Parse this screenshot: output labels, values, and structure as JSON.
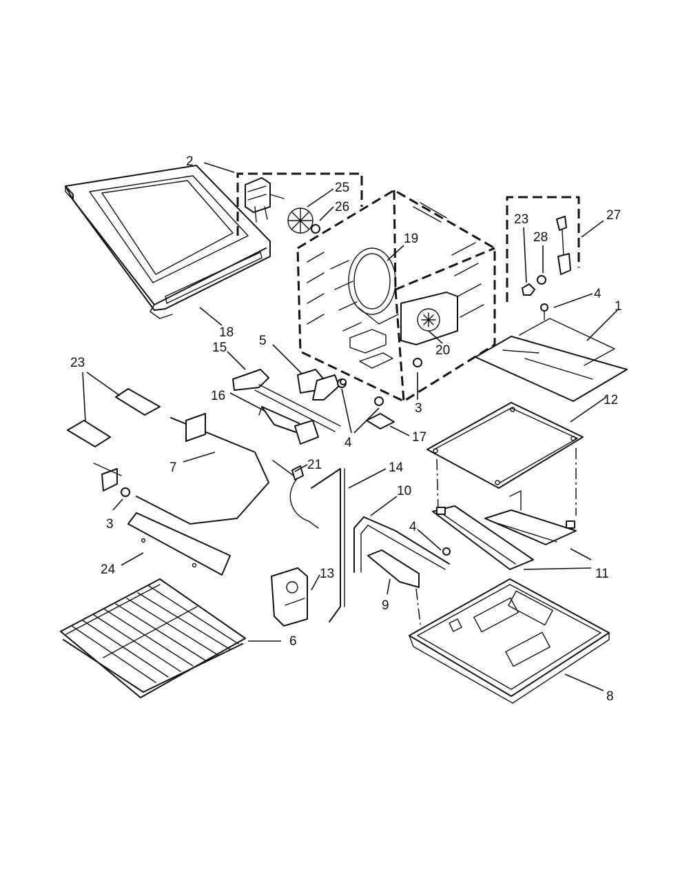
{
  "callouts": [
    {
      "id": "c2",
      "text": "2"
    },
    {
      "id": "c25",
      "text": "25"
    },
    {
      "id": "c26",
      "text": "26"
    },
    {
      "id": "c19",
      "text": "19"
    },
    {
      "id": "c23a",
      "text": "23"
    },
    {
      "id": "c28",
      "text": "28"
    },
    {
      "id": "c27",
      "text": "27"
    },
    {
      "id": "c4a",
      "text": "4"
    },
    {
      "id": "c1",
      "text": "1"
    },
    {
      "id": "c18",
      "text": "18"
    },
    {
      "id": "c5",
      "text": "5"
    },
    {
      "id": "c15",
      "text": "15"
    },
    {
      "id": "c20",
      "text": "20"
    },
    {
      "id": "c23b",
      "text": "23"
    },
    {
      "id": "c16",
      "text": "16"
    },
    {
      "id": "c3a",
      "text": "3"
    },
    {
      "id": "c12",
      "text": "12"
    },
    {
      "id": "c4b",
      "text": "4"
    },
    {
      "id": "c17",
      "text": "17"
    },
    {
      "id": "c7",
      "text": "7"
    },
    {
      "id": "c21",
      "text": "21"
    },
    {
      "id": "c14",
      "text": "14"
    },
    {
      "id": "c10",
      "text": "10"
    },
    {
      "id": "c3b",
      "text": "3"
    },
    {
      "id": "c4c",
      "text": "4"
    },
    {
      "id": "c24",
      "text": "24"
    },
    {
      "id": "c11",
      "text": "11"
    },
    {
      "id": "c13",
      "text": "13"
    },
    {
      "id": "c9",
      "text": "9"
    },
    {
      "id": "c6",
      "text": "6"
    },
    {
      "id": "c8",
      "text": "8"
    }
  ]
}
